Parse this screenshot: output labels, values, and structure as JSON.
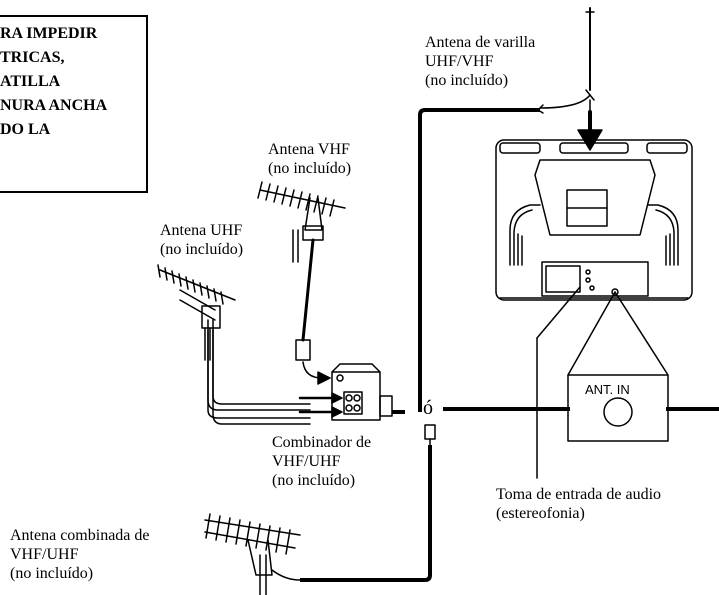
{
  "warning": {
    "lines": [
      "RA IMPEDIR",
      "TRICAS,",
      "ATILLA",
      "NURA ANCHA",
      "DO LA"
    ]
  },
  "labels": {
    "rod_antenna": [
      "Antena de varilla",
      "UHF/VHF",
      "(no incluído)"
    ],
    "vhf_antenna": [
      "Antena VHF",
      "(no incluído)"
    ],
    "uhf_antenna": [
      "Antena UHF",
      "(no incluído)"
    ],
    "combiner": [
      "Combinador de",
      "VHF/UHF",
      "(no incluído)"
    ],
    "combo_antenna": [
      "Antena combinada de",
      "VHF/UHF",
      "(no incluído)"
    ],
    "audio_jack": [
      "Toma de entrada de audio",
      "(estereofonia)"
    ],
    "ant_in": "ANT. IN",
    "or": "ó"
  },
  "colors": {
    "ink": "#000000",
    "paper": "#ffffff"
  }
}
